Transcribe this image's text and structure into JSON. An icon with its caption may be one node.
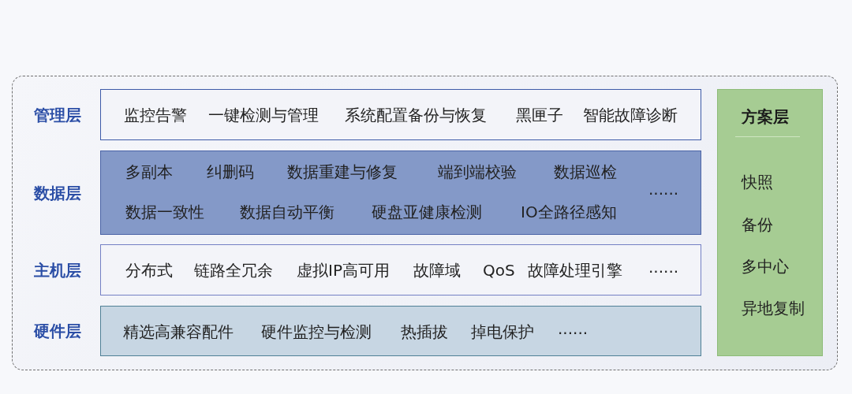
{
  "diagram": {
    "nodes": [
      {
        "text": [
          "管理层",
          "监控告警",
          "一键检测与管理",
          "系统配置备份与恢复",
          "黑匣子",
          "智能故障诊断"
        ]
      },
      {
        "text": [
          "数据层",
          "多副本",
          "纠删码",
          "数据重建与修复",
          "端到端校验",
          "数据巡检",
          "数据一致性",
          "数据自动平衡",
          "硬盘亚健康检测",
          "IO全路径感知",
          "......"
        ]
      },
      {
        "text": [
          "主机层",
          "分布式",
          "链路全冗余",
          "虚拟IP高可用",
          "故障域",
          "QoS",
          "故障处理引擎",
          "......"
        ]
      },
      {
        "text": [
          "硬件层",
          "精选高兼容配件",
          "硬件监控与检测",
          "热插拔",
          "掉电保护",
          "......"
        ]
      },
      {
        "text": [
          "方案层",
          "快照",
          "备份",
          "多中心",
          "异地复制"
        ]
      }
    ]
  }
}
